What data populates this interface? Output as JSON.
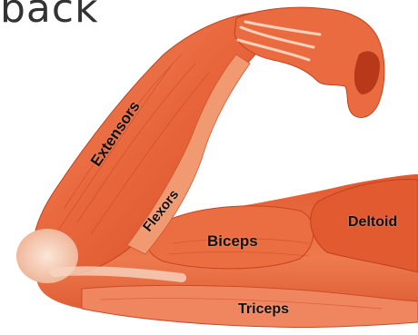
{
  "heading": "back",
  "labels": {
    "extensors": "Extensors",
    "flexors": "Flexors",
    "biceps": "Biceps",
    "deltoid": "Deltoid",
    "triceps": "Triceps"
  },
  "colors": {
    "muscle": "#e8643a",
    "muscle_dark": "#c2421f",
    "tendon": "#f4cdb6",
    "label": "#111111"
  }
}
